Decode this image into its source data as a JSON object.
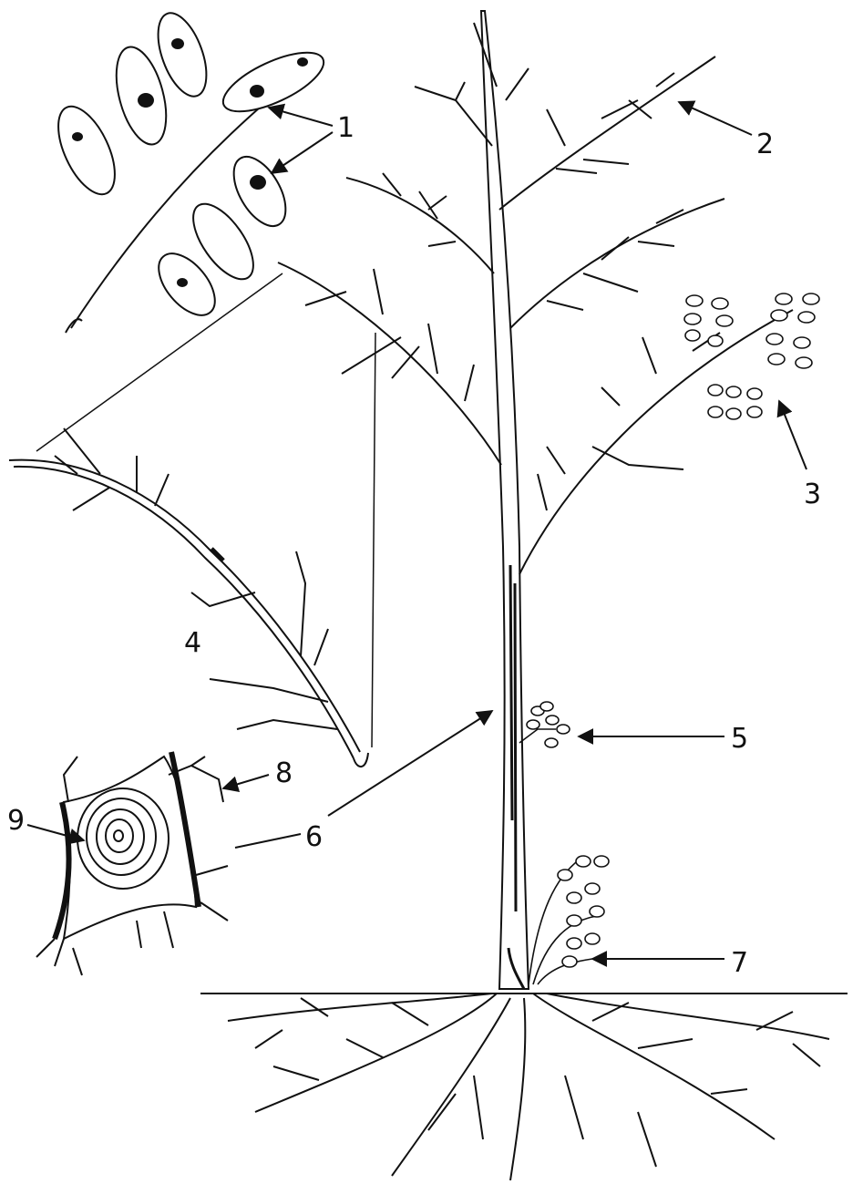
{
  "figure": {
    "labels": {
      "l1": "1",
      "l2": "2",
      "l3": "3",
      "l4": "4",
      "l5": "5",
      "l6": "6",
      "l7": "7",
      "l8": "8",
      "l9": "9"
    },
    "ink_color": "#111111",
    "background_color": "#ffffff"
  }
}
